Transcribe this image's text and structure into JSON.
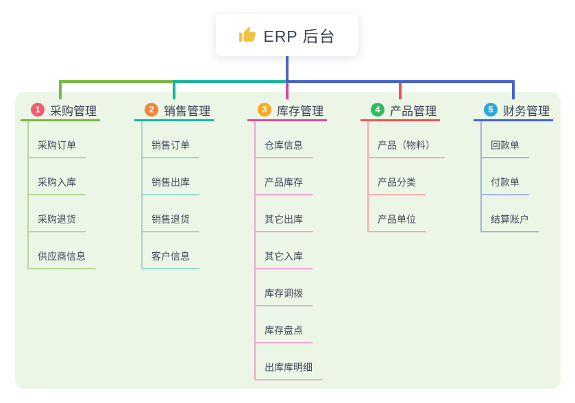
{
  "root": {
    "title": "ERP 后台",
    "icon": "thumbs-up-icon",
    "icon_color": "#f3c142"
  },
  "theme": {
    "root_connector": "#5164c9",
    "panel_bg": "#ebf6e7",
    "card_bg": "#ffffff",
    "text": "#3c4255"
  },
  "branches": [
    {
      "number": "1",
      "title": "采购管理",
      "badge_color": "#f15b6c",
      "line_color": "#77b83e",
      "child_line_color": "#b3d897",
      "children": [
        "采购订单",
        "采购入库",
        "采购退货",
        "供应商信息"
      ]
    },
    {
      "number": "2",
      "title": "销售管理",
      "badge_color": "#f98433",
      "line_color": "#16b3a2",
      "child_line_color": "#9ad9d2",
      "children": [
        "销售订单",
        "销售出库",
        "销售退货",
        "客户信息"
      ]
    },
    {
      "number": "3",
      "title": "库存管理",
      "badge_color": "#f7a927",
      "line_color": "#d34a9c",
      "child_line_color": "#f2a3d0",
      "children": [
        "仓库信息",
        "产品库存",
        "其它出库",
        "其它入库",
        "库存调拨",
        "库存盘点",
        "出库库明细"
      ]
    },
    {
      "number": "4",
      "title": "产品管理",
      "badge_color": "#2cbd60",
      "line_color": "#f84f49",
      "child_line_color": "#f8aaa6",
      "children": [
        "产品（物料）",
        "产品分类",
        "产品单位"
      ]
    },
    {
      "number": "5",
      "title": "财务管理",
      "badge_color": "#2ea6de",
      "line_color": "#4561cd",
      "child_line_color": "#9fb4e6",
      "children": [
        "回款单",
        "付款单",
        "结算账户"
      ]
    }
  ]
}
